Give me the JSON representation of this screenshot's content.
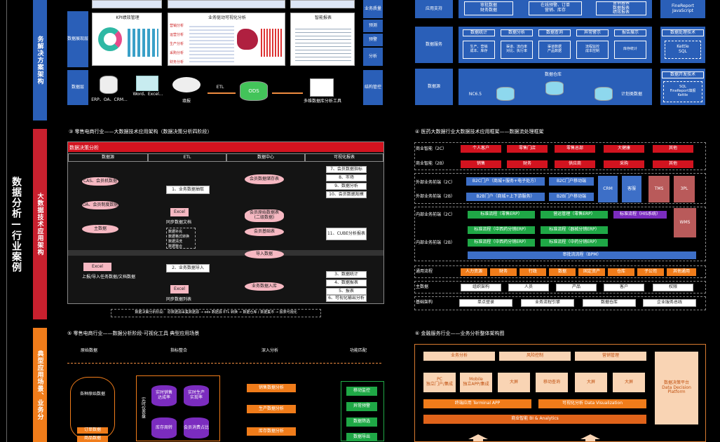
{
  "sidebar": {
    "top_label": "务解决方案架构",
    "main_title": "数据分析—行业案例",
    "big_data_label": "大数据技术应用架构",
    "typical_label": "典型应用场景、业务分"
  },
  "top_left": {
    "row_labels": {
      "presentation": "数据展现层",
      "data_layer": "数据层"
    },
    "right_labels": [
      "业务质量",
      "预测",
      "预警",
      "分析",
      "结构管控"
    ],
    "panels": [
      "KPI绩效管理",
      "业务驱动可视化分析",
      "智能报表"
    ],
    "panel_items": [
      "营销分析",
      "运营分析",
      "生产分析",
      "采购分析",
      "财务分析"
    ],
    "sources": {
      "erp": "ERP、OA、CRM...",
      "word": "Word、Excel...",
      "cloud": "填报",
      "etl": "ETL",
      "ods": "ODS",
      "tool": "多维数据库分析工具"
    }
  },
  "top_right": {
    "rows": [
      {
        "label": "应用支持",
        "cells": [
          "审批数据\n财务数据",
          "在线预警、订单\n营销、库存",
          "营销报表\n数据报表\n绩效报表"
        ],
        "side": [
          "FineReport\nJavaScript"
        ]
      },
      {
        "label": "数据服务",
        "cells": [
          "数据统计",
          "数据分析",
          "数据查询",
          "异常警示",
          "报告展示"
        ],
        "subs": [
          "生产、营销\n成本、库存",
          "渠道、流向率\n对比、执行率",
          "渠道数据\n产品数据",
          "流程监控\n成本控制",
          "库存统计"
        ],
        "side_title": "数据处理技术",
        "side": [
          "Kettle\nSQL"
        ]
      },
      {
        "label": "数据源",
        "center": "数据仓库",
        "left": "NC6.5",
        "right": "计划类数据",
        "side_title": "数据开发技术",
        "side": [
          "SQL\nFineReport填报\nKettle"
        ]
      }
    ]
  },
  "section3": {
    "title": "③ 零售电商行业——大数据技术应用架构（数据决策分析四阶段）",
    "banner": "数据决策分析",
    "cols": [
      "数据源",
      "ETL",
      "数据中心",
      "可视化报表"
    ],
    "sources": [
      "CAS、会员机数据",
      "OA、会员制度数据",
      "主数据",
      "Excel",
      "上报/导入任务数据/文档数据"
    ],
    "etl": [
      "1、业务数据抽取",
      "Excel",
      "同步数据文档",
      "2、业务数据导入",
      "Excel",
      "同步数据列表"
    ],
    "etl_notes": [
      "数据补充",
      "数据格式转换",
      "数据清洗",
      "数据整合"
    ],
    "center": [
      "会员数据储存表",
      "会员原始数据表\n(二级数据)",
      "会员基础表",
      "导入数据",
      "业务数据入库"
    ],
    "viz": [
      "7、会员数据指标",
      "8、市场",
      "9、数据分析",
      "10、会员数据规模",
      "11、CUBE分析报表",
      "3、数据统计",
      "4、数据报表",
      "5、报表",
      "6、可视化输出分析"
    ],
    "flow": "数据决策分析阶段： 原数据源采集数据源 → ods 数据源 ETL 转换 → 数据仓库 / 数据集市 → 报表可视化"
  },
  "section4": {
    "title": "④ 医药大数据行业大数据技术应用框架——数据流处理框架",
    "rows": [
      {
        "label": "商业智能（2C）",
        "items": [
          "个人客户",
          "零售门店",
          "零售总部",
          "大健康",
          "其他"
        ]
      },
      {
        "label": "商业智能（2B）",
        "items": [
          "销售",
          "财务",
          "供应商",
          "采购",
          "其他"
        ]
      }
    ],
    "front_labels": [
      "外部业务前端（2C）",
      "外部业务前端（2B）"
    ],
    "front_items": [
      "B2C门户（商城+服务+电子处方）",
      "B2C门户移动端",
      "B2B门户（商城+上下游服务）",
      "B2B门户移动端"
    ],
    "mid_items": [
      "CRM",
      "客服",
      "TMS",
      "3PL"
    ],
    "internal_labels": [
      "内部业务前端（2C）",
      "内部业务前端（2B）"
    ],
    "internal_items": [
      "标准流程（零售ERP）",
      "营运管理（零售ERP）",
      "标准流程（HIS系统）",
      "标准流程（中西药分销ERP）",
      "标准流程（器械分销ERP）",
      "标准流程（中西药分销ERP）",
      "标准流程（中药分销ERP）"
    ],
    "wms": "WMS",
    "bpm": "审批流流程（BPM）",
    "general_label": "通用流程",
    "general": [
      "人力资源",
      "财务",
      "行政",
      "数据",
      "固定资产",
      "仓库",
      "子公司",
      "其他通用"
    ],
    "master_label": "主数据",
    "master": [
      "组织架构",
      "人员",
      "产品",
      "客户",
      "权限"
    ],
    "base_label": "基础架构",
    "base": [
      "单点登录",
      "业务流程引擎",
      "数据仓库",
      "企业服务总线"
    ]
  },
  "section5": {
    "title": "⑤ 零售电商行业——数据分析阶段-可视化工具 典型应用场景",
    "stages": [
      "原始数据",
      "指标整合",
      "深入分析",
      "功能匹配"
    ],
    "raw": [
      "各种原始数据",
      "订单数据",
      "商品数据"
    ],
    "left_label": "实时仪表盘",
    "cubes": [
      "实时销售\n达成率",
      "实时生产\n实现率",
      "库存周转",
      "会员消费占比"
    ],
    "analysis": [
      "销售数据分析",
      "生产数据分析",
      "库存数据分析"
    ],
    "functions": [
      "移动监控",
      "异常预警",
      "数据筛选",
      "数据导出"
    ]
  },
  "section6": {
    "title": "⑥ 金融服务行业——业务分析整体架构图",
    "top": [
      "业务分析",
      "风险控制",
      "营销管理"
    ],
    "mid": [
      "PC\n独立门户/集成",
      "Mobile\n独立APP/集成",
      "大屏",
      "移动查询",
      "大屏",
      "大屏"
    ],
    "apps": [
      "终端应用 Terminal APP",
      "可视化分析 Data Visualization"
    ],
    "bi": "商业智能 BI & Analytics",
    "platform": "数据决策平台\nData Decision\nPlatform"
  },
  "colors": {
    "blue": "#2a5fb8",
    "red": "#d2131f",
    "orange": "#f07c1a",
    "green": "#1fa846",
    "purple": "#7b2cbf"
  }
}
